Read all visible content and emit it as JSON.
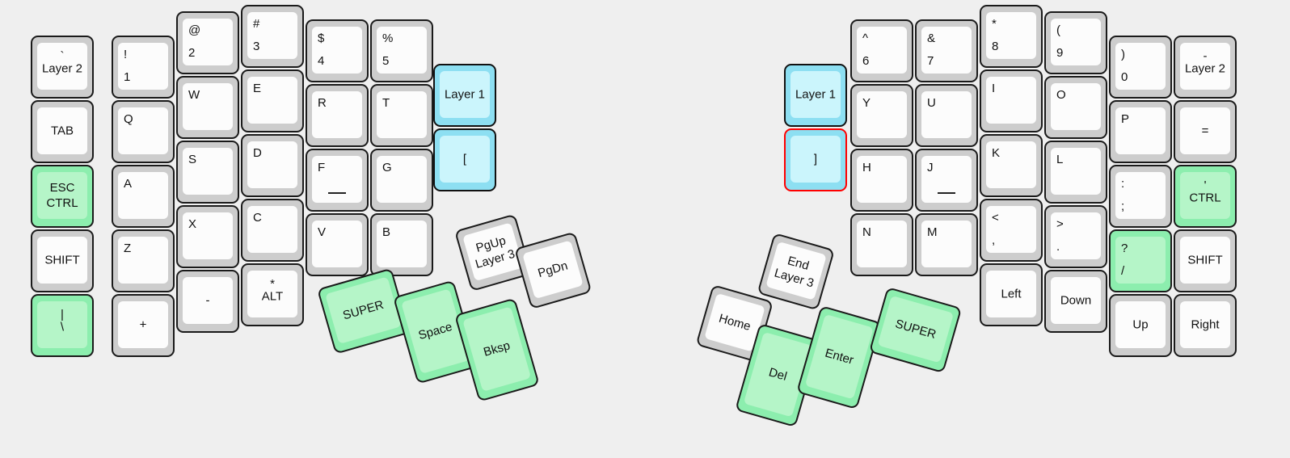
{
  "meta": {
    "title": "Split ergonomic keyboard layout",
    "background_color": "#efefef",
    "colors": {
      "key_outer_grey": "#cdcdcd",
      "key_cap_white": "#fcfcfc",
      "key_outer_green": "#8ceeae",
      "key_cap_green": "#b5f5c8",
      "key_outer_blue": "#8ddff2",
      "key_cap_blue": "#cbf5fc",
      "key_border": "#1a1a1a",
      "selected_border": "#ff0000"
    }
  },
  "left_half": {
    "name": "left-half",
    "columns": [
      {
        "name": "pinky-outer",
        "keys": [
          {
            "name": "layer2-backtick",
            "top": "`",
            "main": "Layer 2",
            "style": "top-center",
            "color": "white"
          },
          {
            "name": "tab",
            "main": "TAB",
            "style": "center",
            "color": "white"
          },
          {
            "name": "esc-ctrl",
            "main": "ESC",
            "second": "CTRL",
            "style": "stack",
            "color": "green"
          },
          {
            "name": "shift-left",
            "main": "SHIFT",
            "style": "center",
            "color": "white"
          },
          {
            "name": "pipe-backslash",
            "top": "|",
            "main": "\\",
            "style": "top-center",
            "color": "green"
          }
        ]
      },
      {
        "name": "pinky",
        "keys": [
          {
            "name": "bang-1",
            "top": "!",
            "main": "1",
            "style": "corner",
            "color": "white"
          },
          {
            "name": "q",
            "main": "Q",
            "style": "corner-top",
            "color": "white"
          },
          {
            "name": "a",
            "main": "A",
            "style": "corner-top",
            "color": "white"
          },
          {
            "name": "z",
            "main": "Z",
            "style": "corner-top",
            "color": "white"
          },
          {
            "name": "plus",
            "main": "+",
            "style": "center",
            "color": "white"
          }
        ]
      },
      {
        "name": "ring",
        "keys": [
          {
            "name": "at-2",
            "top": "@",
            "main": "2",
            "style": "corner",
            "color": "white"
          },
          {
            "name": "w",
            "main": "W",
            "style": "corner-top",
            "color": "white"
          },
          {
            "name": "s",
            "main": "S",
            "style": "corner-top",
            "color": "white"
          },
          {
            "name": "x",
            "main": "X",
            "style": "corner-top",
            "color": "white"
          },
          {
            "name": "minus",
            "main": "-",
            "style": "center",
            "color": "white"
          }
        ]
      },
      {
        "name": "middle",
        "keys": [
          {
            "name": "hash-3",
            "top": "#",
            "main": "3",
            "style": "corner",
            "color": "white"
          },
          {
            "name": "e",
            "main": "E",
            "style": "corner-top",
            "color": "white"
          },
          {
            "name": "d",
            "main": "D",
            "style": "corner-top",
            "color": "white"
          },
          {
            "name": "c",
            "main": "C",
            "style": "corner-top",
            "color": "white"
          },
          {
            "name": "alt-left",
            "top": "*",
            "main": "ALT",
            "style": "top-center",
            "color": "white"
          }
        ]
      },
      {
        "name": "index",
        "keys": [
          {
            "name": "dollar-4",
            "top": "$",
            "main": "4",
            "style": "corner",
            "color": "white"
          },
          {
            "name": "r",
            "main": "R",
            "style": "corner-top",
            "color": "white"
          },
          {
            "name": "f",
            "main": "F",
            "style": "corner-top",
            "color": "white",
            "homing": true
          },
          {
            "name": "v",
            "main": "V",
            "style": "corner-top",
            "color": "white"
          }
        ]
      },
      {
        "name": "index-inner",
        "keys": [
          {
            "name": "percent-5",
            "top": "%",
            "main": "5",
            "style": "corner",
            "color": "white"
          },
          {
            "name": "t",
            "main": "T",
            "style": "corner-top",
            "color": "white"
          },
          {
            "name": "g",
            "main": "G",
            "style": "corner-top",
            "color": "white"
          },
          {
            "name": "b",
            "main": "B",
            "style": "corner-top",
            "color": "white"
          }
        ]
      },
      {
        "name": "inner-most",
        "keys": [
          {
            "name": "layer1-left",
            "main": "Layer 1",
            "style": "center",
            "color": "blue"
          },
          {
            "name": "bracket-open",
            "main": "[",
            "style": "center",
            "color": "blue"
          }
        ]
      }
    ],
    "thumb_cluster": [
      {
        "name": "super-left",
        "main": "SUPER",
        "style": "center",
        "color": "green"
      },
      {
        "name": "pgup-layer3",
        "main": "PgUp",
        "second": "Layer 3",
        "style": "stack",
        "color": "white"
      },
      {
        "name": "pgdn",
        "main": "PgDn",
        "style": "center",
        "color": "white"
      },
      {
        "name": "space",
        "main": "Space",
        "style": "center",
        "color": "green"
      },
      {
        "name": "bksp",
        "main": "Bksp",
        "style": "center",
        "color": "green"
      }
    ]
  },
  "right_half": {
    "name": "right-half",
    "columns": [
      {
        "name": "inner-most",
        "keys": [
          {
            "name": "layer1-right",
            "main": "Layer 1",
            "style": "center",
            "color": "blue"
          },
          {
            "name": "bracket-close",
            "main": "]",
            "style": "center",
            "color": "blue",
            "selected": true
          }
        ]
      },
      {
        "name": "index-inner",
        "keys": [
          {
            "name": "caret-6",
            "top": "^",
            "main": "6",
            "style": "corner",
            "color": "white"
          },
          {
            "name": "y",
            "main": "Y",
            "style": "corner-top",
            "color": "white"
          },
          {
            "name": "h",
            "main": "H",
            "style": "corner-top",
            "color": "white"
          },
          {
            "name": "n",
            "main": "N",
            "style": "corner-top",
            "color": "white"
          }
        ]
      },
      {
        "name": "index",
        "keys": [
          {
            "name": "amp-7",
            "top": "&",
            "main": "7",
            "style": "corner",
            "color": "white"
          },
          {
            "name": "u",
            "main": "U",
            "style": "corner-top",
            "color": "white"
          },
          {
            "name": "j",
            "main": "J",
            "style": "corner-top",
            "color": "white",
            "homing": true
          },
          {
            "name": "m",
            "main": "M",
            "style": "corner-top",
            "color": "white"
          }
        ]
      },
      {
        "name": "middle",
        "keys": [
          {
            "name": "star-8",
            "top": "*",
            "main": "8",
            "style": "corner",
            "color": "white"
          },
          {
            "name": "i",
            "main": "I",
            "style": "corner-top",
            "color": "white"
          },
          {
            "name": "k",
            "main": "K",
            "style": "corner-top",
            "color": "white"
          },
          {
            "name": "lt-comma",
            "top": "<",
            "main": ",",
            "style": "corner",
            "color": "white"
          },
          {
            "name": "left-arrow",
            "main": "Left",
            "style": "center",
            "color": "white"
          }
        ]
      },
      {
        "name": "ring",
        "keys": [
          {
            "name": "paren-open-9",
            "top": "(",
            "main": "9",
            "style": "corner",
            "color": "white"
          },
          {
            "name": "o",
            "main": "O",
            "style": "corner-top",
            "color": "white"
          },
          {
            "name": "l",
            "main": "L",
            "style": "corner-top",
            "color": "white"
          },
          {
            "name": "gt-period",
            "top": ">",
            "main": ".",
            "style": "corner",
            "color": "white"
          },
          {
            "name": "down-arrow",
            "main": "Down",
            "style": "center",
            "color": "white"
          }
        ]
      },
      {
        "name": "pinky",
        "keys": [
          {
            "name": "paren-close-0",
            "top": ")",
            "main": "0",
            "style": "corner",
            "color": "white"
          },
          {
            "name": "p",
            "main": "P",
            "style": "corner-top",
            "color": "white"
          },
          {
            "name": "colon-semicolon",
            "top": ":",
            "main": ";",
            "style": "corner",
            "color": "white"
          },
          {
            "name": "question-slash",
            "top": "?",
            "main": "/",
            "style": "corner",
            "color": "green"
          },
          {
            "name": "up-arrow",
            "main": "Up",
            "style": "center",
            "color": "white"
          }
        ]
      },
      {
        "name": "pinky-outer",
        "keys": [
          {
            "name": "minus-layer2",
            "top": "-",
            "main": "Layer 2",
            "style": "top-center",
            "color": "white"
          },
          {
            "name": "equals",
            "main": "=",
            "style": "center",
            "color": "white"
          },
          {
            "name": "quote-ctrl",
            "top": "'",
            "main": "CTRL",
            "style": "top-center",
            "color": "green"
          },
          {
            "name": "shift-right",
            "main": "SHIFT",
            "style": "center",
            "color": "white"
          },
          {
            "name": "right-arrow",
            "main": "Right",
            "style": "center",
            "color": "white"
          }
        ]
      }
    ],
    "thumb_cluster": [
      {
        "name": "home",
        "main": "Home",
        "style": "center",
        "color": "white"
      },
      {
        "name": "end-layer3",
        "main": "End",
        "second": "Layer 3",
        "style": "stack",
        "color": "white"
      },
      {
        "name": "del",
        "main": "Del",
        "style": "center",
        "color": "green"
      },
      {
        "name": "enter",
        "main": "Enter",
        "style": "center",
        "color": "green"
      },
      {
        "name": "super-right",
        "main": "SUPER",
        "style": "center",
        "color": "green"
      }
    ]
  }
}
